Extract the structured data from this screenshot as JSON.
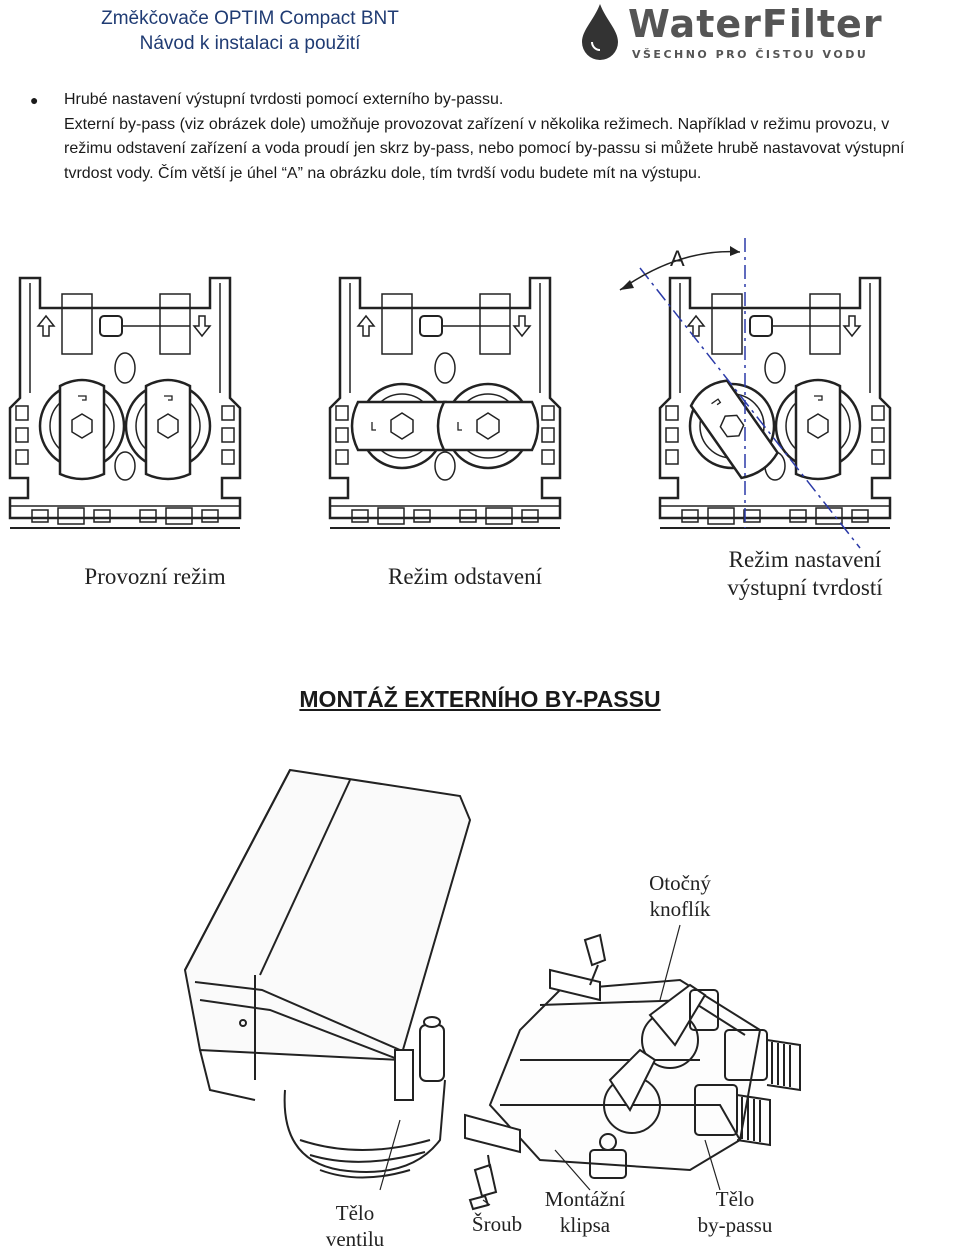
{
  "header": {
    "title_line1": "Změkčovače OPTIM Compact BNT",
    "title_line2": "Návod k instalaci a použití",
    "logo_word": "WaterFilter",
    "logo_tagline": "VŠECHNO PRO ČISTOU VODU"
  },
  "intro": {
    "bullet_heading": "Hrubé nastavení výstupní tvrdosti pomocí externího by-passu.",
    "body": "Externí by-pass (viz obrázek dole) umožňuje provozovat zařízení v několika režimech. Například v režimu provozu, v režimu odstavení zařízení a voda proudí jen skrz by-pass, nebo pomocí by-passu si můžete hrubě nastavovat výstupní tvrdost vody. Čím větší je úhel “A” na obrázku dole, tím tvrdší vodu budete mít na výstupu."
  },
  "modes": {
    "angle_label": "A",
    "mode1": "Provozní režim",
    "mode2": "Režim odstavení",
    "mode3_line1": "Režim nastavení",
    "mode3_line2": "výstupní tvrdostí"
  },
  "assembly": {
    "title": "MONTÁŽ EXTERNÍHO BY-PASSU",
    "knob_line1": "Otočný",
    "knob_line2": "knoflík",
    "valve_line1": "Tělo",
    "valve_line2": "ventilu",
    "screw": "Šroub",
    "clip_line1": "Montážní",
    "clip_line2": "klipsa",
    "bypass_line1": "Tělo",
    "bypass_line2": "by-passu"
  }
}
